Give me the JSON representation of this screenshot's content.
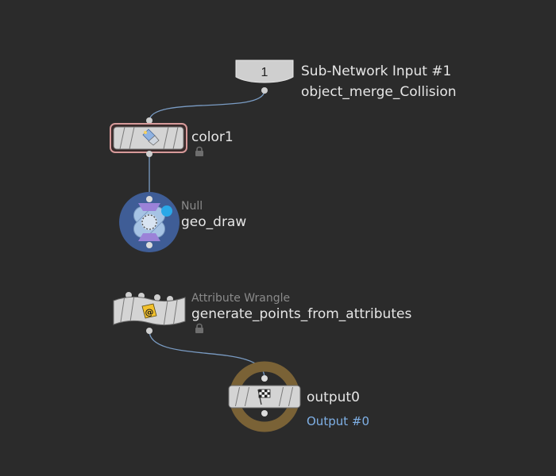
{
  "network": {
    "input_node": {
      "index_label": "1",
      "title": "Sub-Network Input #1",
      "subtitle": "object_merge_Collision"
    },
    "color_node": {
      "name": "color1",
      "locked": true
    },
    "null_node": {
      "type_label": "Null",
      "name": "geo_draw"
    },
    "wrangle_node": {
      "type_label": "Attribute Wrangle",
      "name": "generate_points_from_attributes",
      "locked": true
    },
    "output_node": {
      "name": "output0",
      "subtitle": "Output #0"
    }
  },
  "colors": {
    "background": "#2b2b2b",
    "wire": "#7a9cc4",
    "node_body": "#d4d4d4",
    "null_ring": "#3f5d96",
    "output_ring": "#7a6236",
    "color_outline": "#d79a9a",
    "output_label": "#7fb0e6"
  }
}
